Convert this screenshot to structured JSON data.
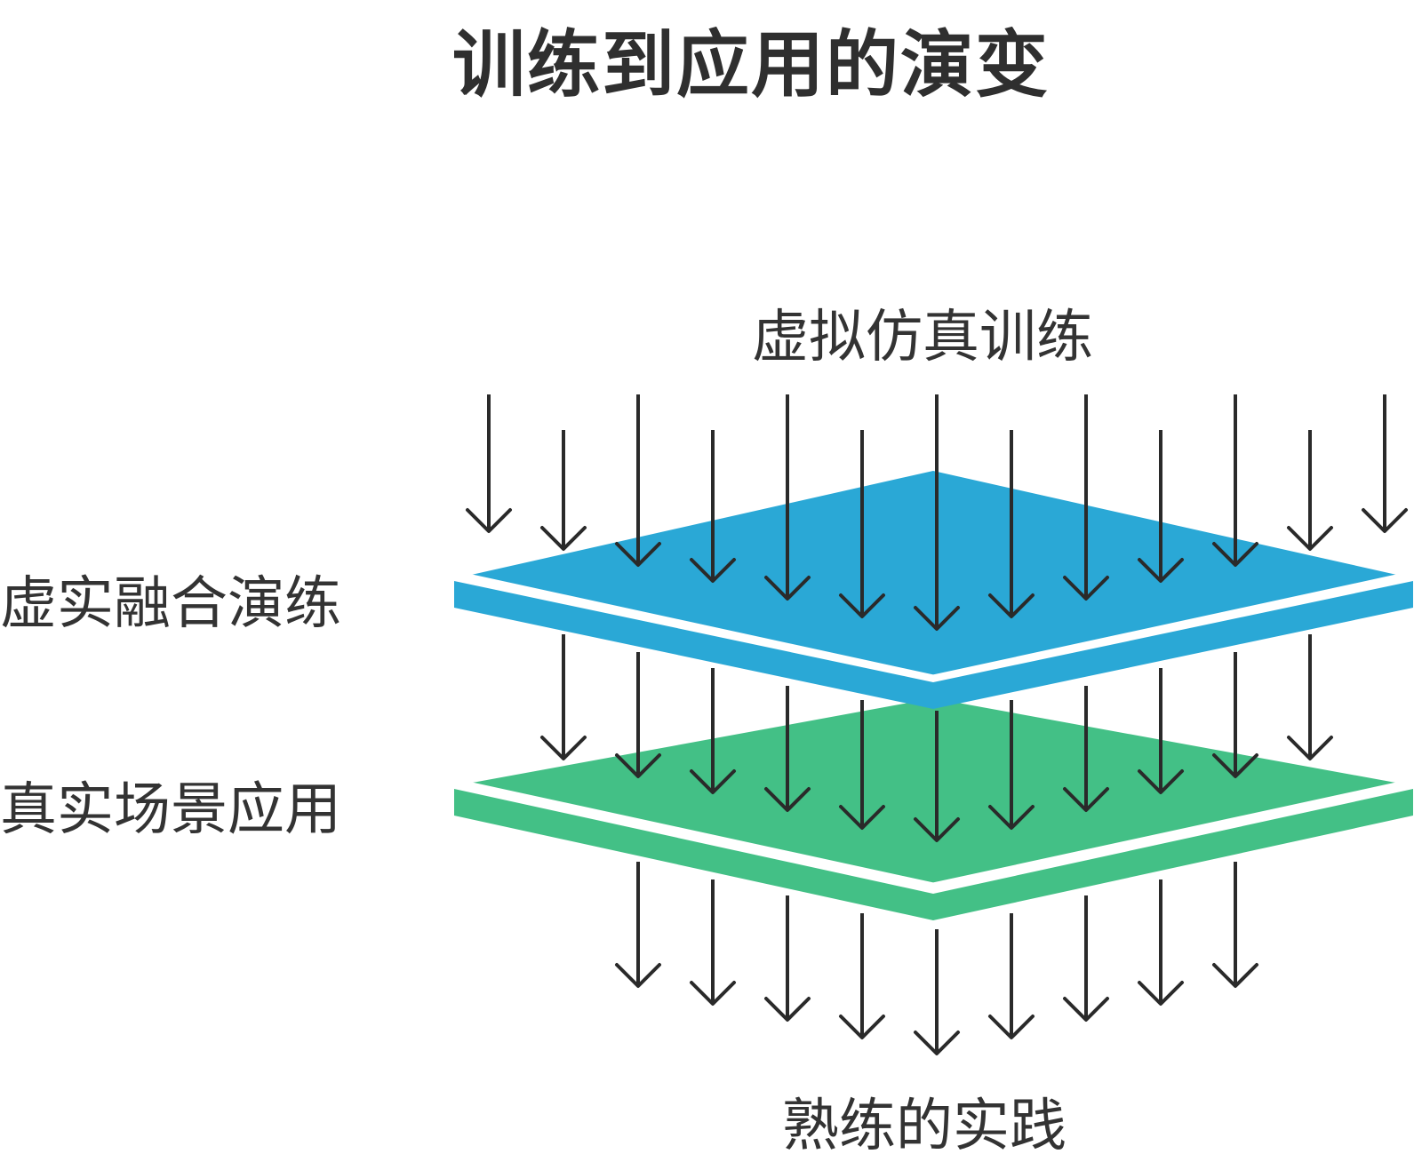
{
  "title": "训练到应用的演变",
  "labels": {
    "top": "虚拟仿真训练",
    "layer1": "虚实融合演练",
    "layer2": "真实场景应用",
    "bottom": "熟练的实践"
  },
  "colors": {
    "layer1": "#2aa8d6",
    "layer2": "#43c086",
    "arrow": "#2a2a2a"
  }
}
